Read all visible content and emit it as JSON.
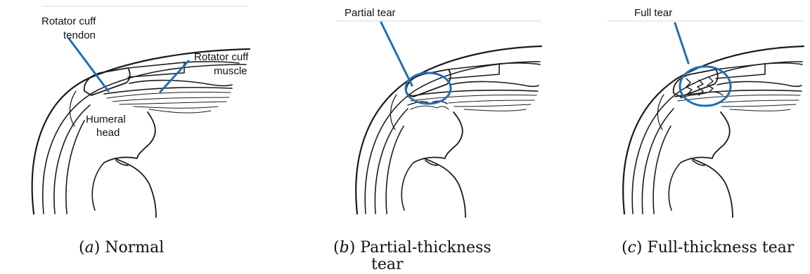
{
  "accent_color": "#1f6fb6",
  "panels": [
    {
      "labels": [
        "Rotator cuff",
        "tendon",
        "Rotator cuff",
        "muscle",
        "Humeral",
        "head"
      ],
      "caption": {
        "letter": "a",
        "text": "Normal"
      }
    },
    {
      "labels": [
        "Partial tear"
      ],
      "caption": {
        "letter": "b",
        "text": "Partial-thickness",
        "text2": "tear"
      }
    },
    {
      "labels": [
        "Full tear"
      ],
      "caption": {
        "letter": "c",
        "text": "Full-thickness tear"
      }
    }
  ]
}
